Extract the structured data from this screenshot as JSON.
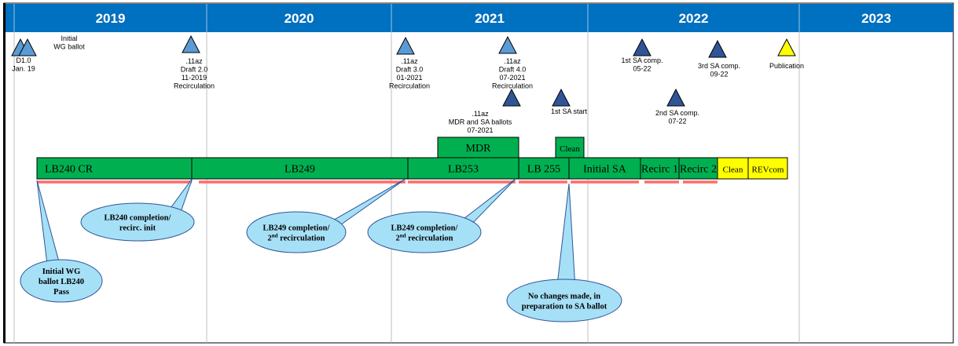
{
  "years": [
    "2019",
    "2020",
    "2021",
    "2022",
    "2023"
  ],
  "milestones": [
    {
      "lines": [
        "D1.0",
        "Jan. 19"
      ],
      "color": "#5b9bd5"
    },
    {
      "lines": [
        "Initial",
        "WG ballot"
      ],
      "color": "#5b9bd5"
    },
    {
      "lines": [
        ".11az",
        "Draft 2.0",
        "11-2019",
        "Recirculation"
      ],
      "color": "#5b9bd5"
    },
    {
      "lines": [
        ".11az",
        "Draft 3.0",
        "01-2021",
        "Recirculation"
      ],
      "color": "#5b9bd5"
    },
    {
      "lines": [
        ".11az",
        "Draft 4.0",
        "07-2021",
        "Recirculation"
      ],
      "color": "#5b9bd5"
    },
    {
      "lines": [
        ".11az",
        "MDR and SA ballots",
        "07-2021"
      ],
      "color": "#2f5597"
    },
    {
      "lines": [
        "1st SA start"
      ],
      "color": "#2f5597"
    },
    {
      "lines": [
        "1st SA comp.",
        "05-22"
      ],
      "color": "#2f5597"
    },
    {
      "lines": [
        "2nd SA comp.",
        "07-22"
      ],
      "color": "#2f5597"
    },
    {
      "lines": [
        "3rd SA comp.",
        "09-22"
      ],
      "color": "#2f5597"
    },
    {
      "lines": [
        "Publication"
      ],
      "color": "#ffff00"
    }
  ],
  "bars": [
    {
      "label": "MDR",
      "color": "#00b050"
    },
    {
      "label": "Clean",
      "color": "#00b050"
    },
    {
      "label": "LB240  CR",
      "color": "#00b050"
    },
    {
      "label": "LB249",
      "color": "#00b050"
    },
    {
      "label": "LB253",
      "color": "#00b050"
    },
    {
      "label": "LB 255",
      "color": "#00b050"
    },
    {
      "label": "Initial SA",
      "color": "#00b050"
    },
    {
      "label": "Recirc 1",
      "color": "#00b050"
    },
    {
      "label": "Recirc 2",
      "color": "#00b050"
    },
    {
      "label": "Clean",
      "color": "#ffff00"
    },
    {
      "label": "REVcom",
      "color": "#ffff00"
    }
  ],
  "callouts": [
    {
      "lines": [
        "Initial WG",
        "ballot LB240",
        "Pass"
      ]
    },
    {
      "lines": [
        "LB240 completion/",
        "recirc. init"
      ]
    },
    {
      "lines": [
        "LB249 completion/",
        "2nd recirculation"
      ]
    },
    {
      "lines": [
        "LB249 completion/",
        "2nd recirculation"
      ]
    },
    {
      "lines": [
        "No changes made, in",
        "preparation to SA ballot"
      ]
    }
  ],
  "colors": {
    "header": "#0070c0",
    "progress_line": "#ff6b6b",
    "callout_fill": "#a6e0f7",
    "callout_stroke": "#2f5597"
  }
}
